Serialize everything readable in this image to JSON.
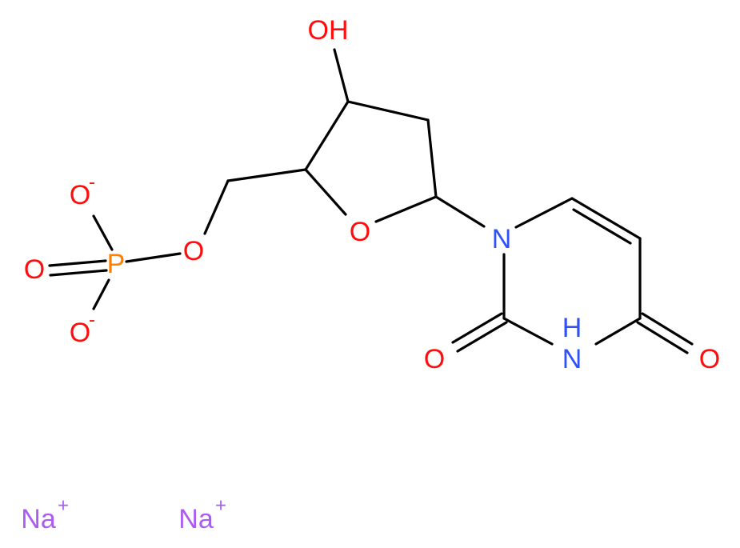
{
  "atoms": {
    "phosphate_o_minus_top": {
      "label": "O",
      "charge": "-"
    },
    "phosphate_o_double": {
      "label": "O"
    },
    "phosphorus": {
      "label": "P"
    },
    "phosphate_o_minus_bottom": {
      "label": "O",
      "charge": "-"
    },
    "ester_oxygen": {
      "label": "O"
    },
    "ring_oxygen": {
      "label": "O"
    },
    "hydroxyl": {
      "label": "OH"
    },
    "n1": {
      "label": "N"
    },
    "n3": {
      "label": "N",
      "h": "H"
    },
    "c2_carbonyl_oxygen": {
      "label": "O"
    },
    "c4_carbonyl_oxygen": {
      "label": "O"
    }
  },
  "counterions": [
    {
      "label": "Na",
      "charge": "+"
    },
    {
      "label": "Na",
      "charge": "+"
    }
  ],
  "colors": {
    "oxygen": "#ff0d0d",
    "nitrogen": "#3050f8",
    "phosphorus": "#ff8000",
    "sodium": "#ab5cf2",
    "bond": "#000000"
  }
}
